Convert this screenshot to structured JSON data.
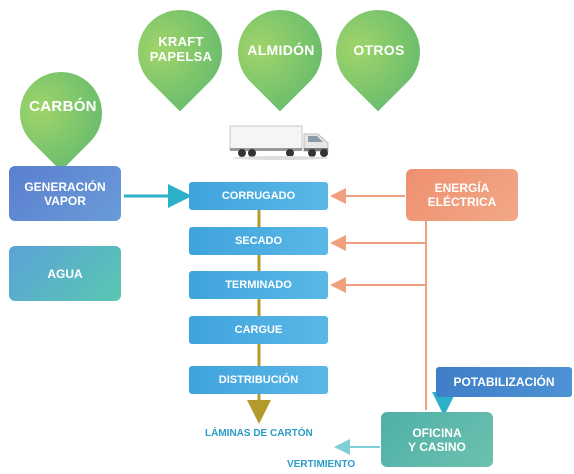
{
  "inputs": {
    "carbon": "CARBÓN",
    "kraft": "KRAFT\nPAPELSA",
    "almidon": "ALMIDÓN",
    "otros": "OTROS"
  },
  "boxes": {
    "generacion_vapor": "GENERACIÓN\nVAPOR",
    "agua": "AGUA",
    "energia": "ENERGÍA\nELÉCTRICA",
    "potabilizacion": "POTABILIZACIÓN",
    "oficina": "OFICINA\nY CASINO"
  },
  "process_steps": [
    "CORRUGADO",
    "SECADO",
    "TERMINADO",
    "CARGUE",
    "DISTRIBUCIÓN"
  ],
  "outputs": {
    "laminas": "LÁMINAS DE CARTÓN",
    "vertimiento": "VERTIMIENTO"
  },
  "colors": {
    "pin_green": "#7cc576",
    "step_blue": "#3fa3dc",
    "arrow_teal": "#2bb0c9",
    "arrow_salmon": "#f0a07e",
    "arrow_gold": "#b39a2a",
    "energia": "#ef9a78",
    "oficina": "#5bb8a8"
  }
}
